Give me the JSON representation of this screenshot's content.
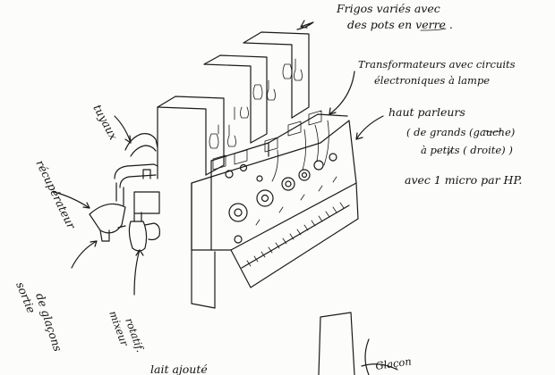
{
  "annotations": {
    "frigos_line1": "Frigos variés avec",
    "frigos_line2": "des pots en verre .",
    "transfo_line1": "Transformateurs avec circuits",
    "transfo_line2": "électroniques à lampe",
    "hp_line1": "haut parleurs",
    "hp_line2": "( de grands (gauche)",
    "hp_line3": "à petits ( droite) )",
    "hp_line4": "avec 1 micro par HP.",
    "tuyaux": "tuyaux",
    "recuperateur": "récupérateur",
    "sortie": "sortie",
    "glacons": "de glaçons",
    "mixeur": "mixeur",
    "rotatif": "rotatif.",
    "bottom_left": "lait ajouté",
    "bottom_right": "Glaçon"
  },
  "colors": {
    "ink": "#1a1a1a",
    "paper": "#fcfcfa"
  }
}
